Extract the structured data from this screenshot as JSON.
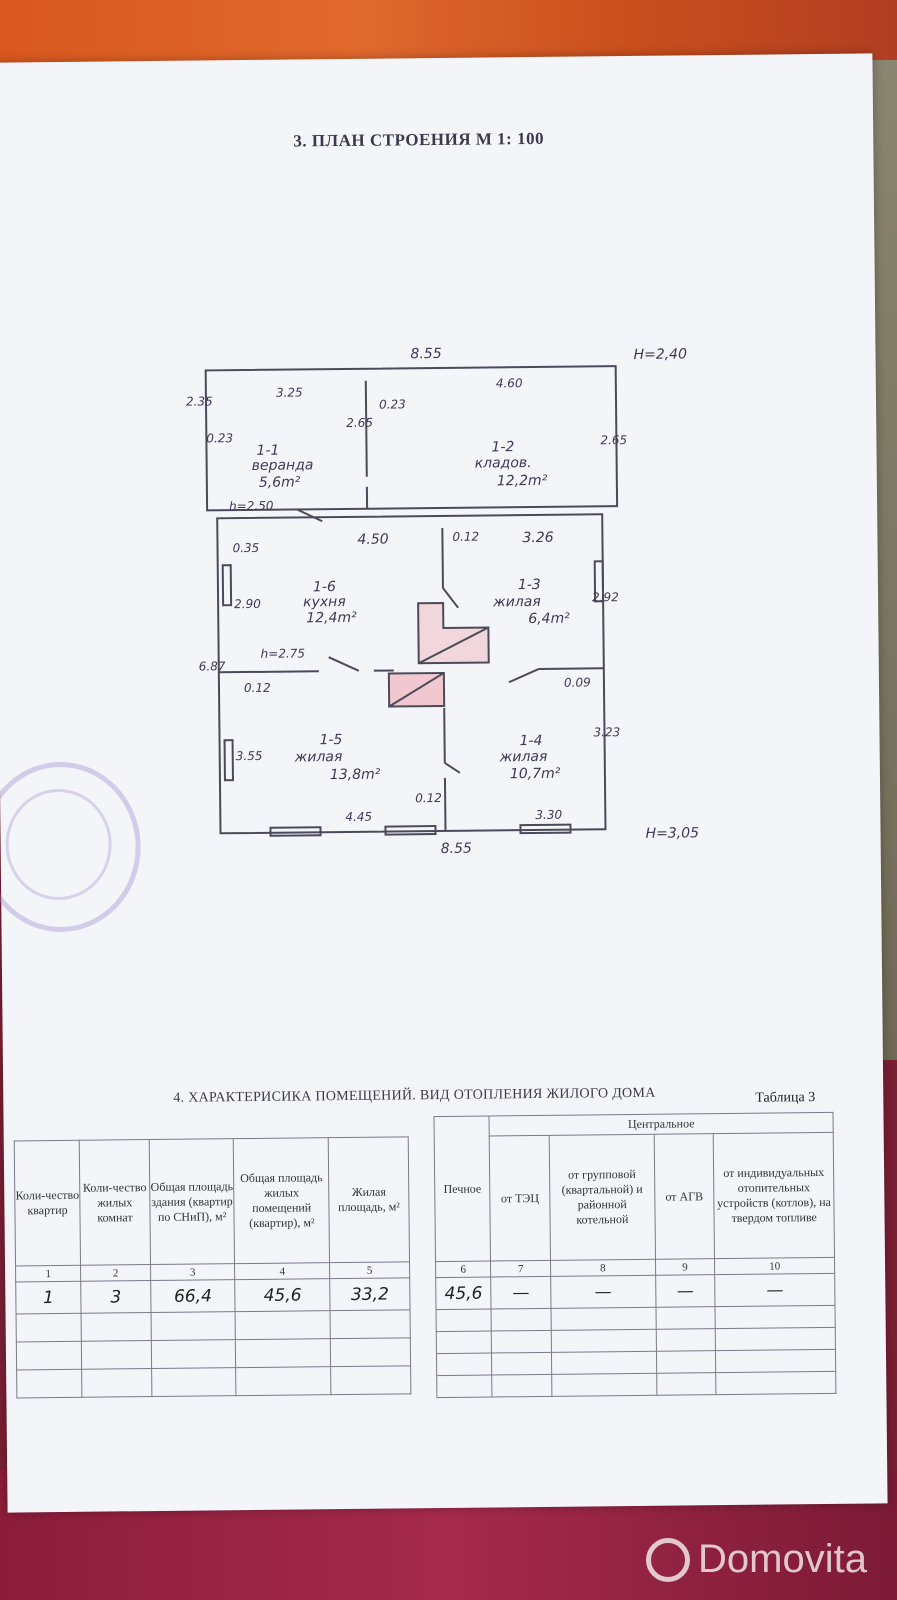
{
  "section3_title": "3. ПЛАН СТРОЕНИЯ М 1: 100",
  "plan": {
    "height_top": "H=2,40",
    "height_bottom": "H=3,05",
    "outer_width_top": "8.55",
    "outer_width_bottom": "8.55",
    "rooms": [
      {
        "id": "1-1",
        "name": "веранда",
        "area": "5,6m²"
      },
      {
        "id": "1-2",
        "name": "кладов.",
        "area": "12,2m²"
      },
      {
        "id": "1-6",
        "name": "кухня",
        "area": "12,4m²"
      },
      {
        "id": "1-3",
        "name": "жилая",
        "area": "6,4m²"
      },
      {
        "id": "1-5",
        "name": "жилая",
        "area": "13,8m²"
      },
      {
        "id": "1-4",
        "name": "жилая",
        "area": "10,7m²"
      }
    ],
    "dimensions": {
      "d_325": "3.25",
      "d_460": "4.60",
      "d_265a": "2.65",
      "d_265b": "2.65",
      "d_235": "2.35",
      "d_023a": "0.23",
      "d_023b": "0.23",
      "d_450": "4.50",
      "d_326": "3.26",
      "d_012a": "0.12",
      "d_035": "0.35",
      "d_290": "2.90",
      "d_292": "2.92",
      "d_687": "6.87",
      "d_012b": "0.12",
      "d_009": "0.09",
      "d_323": "3.23",
      "d_355": "3.55",
      "d_445": "4.45",
      "d_330": "3.30",
      "d_012c": "0.12",
      "h_250": "h=2.50",
      "h_275": "h=2.75"
    }
  },
  "section4_title": "4. ХАРАКТЕРИСИКА ПОМЕЩЕНИЙ. ВИД ОТОПЛЕНИЯ ЖИЛОГО ДОМА",
  "table_label": "Таблица 3",
  "table1": {
    "headers": [
      "Коли-чество квартир",
      "Коли-чество жилых комнат",
      "Общая площадь здания (квартир по СНиП), м²",
      "Общая площадь жилых помещений (квартир), м²",
      "Жилая площадь, м²"
    ],
    "col_numbers": [
      "1",
      "2",
      "3",
      "4",
      "5"
    ],
    "row": [
      "1",
      "3",
      "66,4",
      "45,6",
      "33,2"
    ]
  },
  "table2": {
    "group_header": "Центральное",
    "headers": [
      "Печное",
      "от ТЭЦ",
      "от групповой (квартальной) и районной котельной",
      "от АГВ",
      "от индивидуальных отопительных устройств (котлов), на твердом топливе"
    ],
    "col_numbers": [
      "6",
      "7",
      "8",
      "9",
      "10"
    ],
    "row": [
      "45,6",
      "—",
      "—",
      "—",
      "—"
    ]
  },
  "watermark": "Domovita"
}
